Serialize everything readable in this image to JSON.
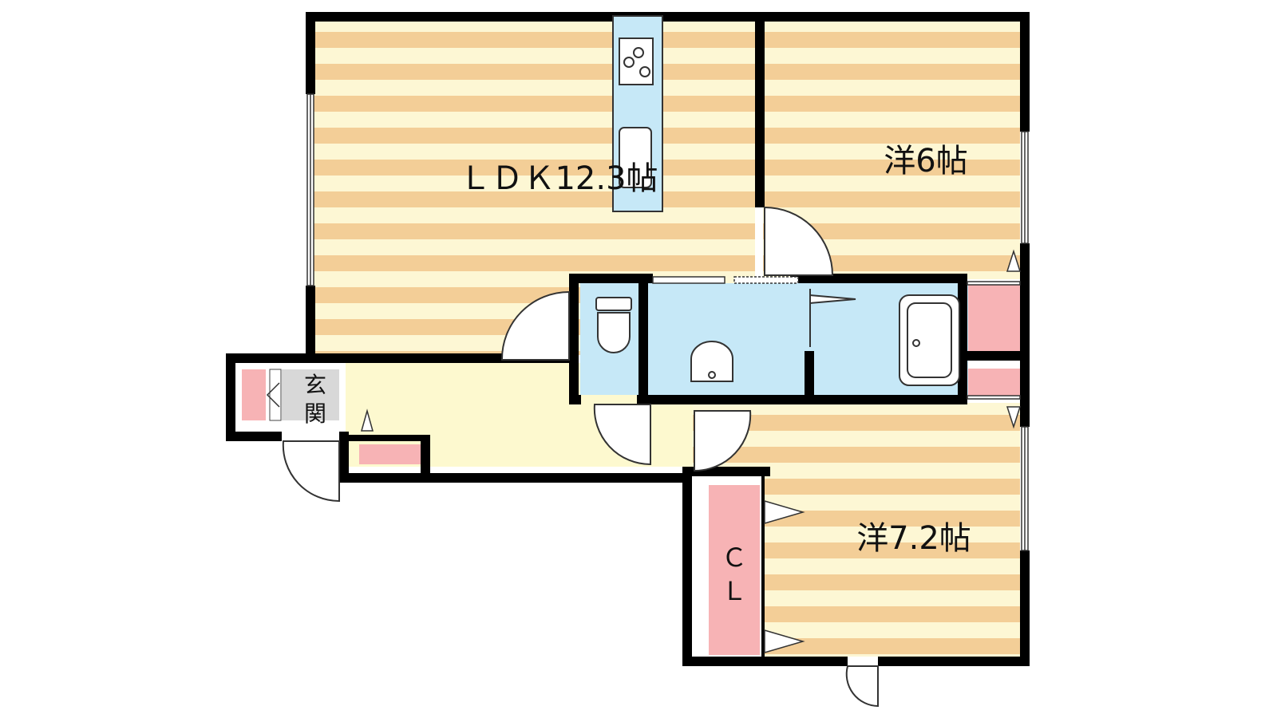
{
  "floorplan": {
    "rooms": [
      {
        "id": "ldk",
        "label": "ＬＤＫ12.3帖"
      },
      {
        "id": "western6",
        "label": "洋6帖"
      },
      {
        "id": "western72",
        "label": "洋7.2帖"
      },
      {
        "id": "closet",
        "label_line1": "Ｃ",
        "label_line2": "Ｌ"
      },
      {
        "id": "entrance",
        "label_line1": "玄",
        "label_line2": "関"
      }
    ],
    "colors": {
      "wall": "#000000",
      "floor_stripe_a": "#f3ce97",
      "floor_stripe_b": "#fdf7d4",
      "hall": "#fdf9cf",
      "wet_area": "#c6e8f7",
      "storage": "#f7b3b5",
      "tile": "#d8d8d8"
    }
  }
}
